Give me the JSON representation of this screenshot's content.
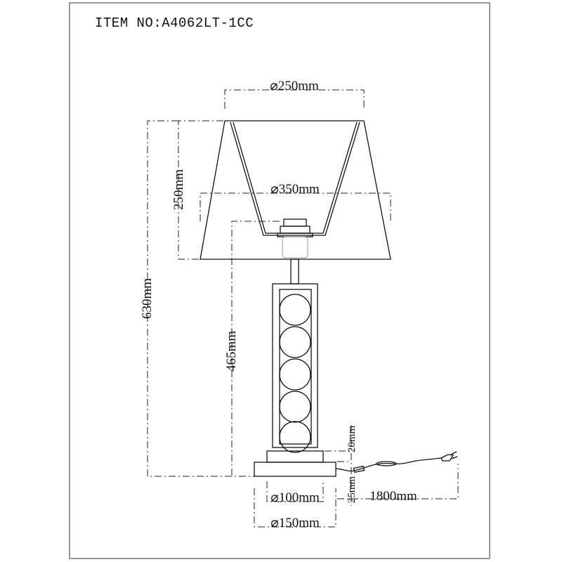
{
  "title": "ITEM NO:A4062LT-1CC",
  "dimensions": {
    "shade_top_diameter": "⌀250mm",
    "shade_bottom_diameter": "⌀350mm",
    "shade_height": "250mm",
    "total_height": "630mm",
    "base_to_socket_height": "465mm",
    "upper_base_height": "20mm",
    "lower_base_height": "25mm",
    "cord_length": "1800mm",
    "upper_base_diameter": "⌀100mm",
    "lower_base_diameter": "⌀150mm"
  }
}
